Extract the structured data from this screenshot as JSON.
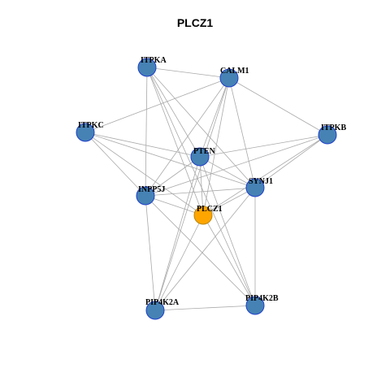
{
  "title": "PLCZ1",
  "colors": {
    "node_fill": "#4682B4",
    "node_stroke": "#1F3FCC",
    "focus_fill": "#FFA500",
    "focus_stroke": "#B8860B",
    "edge": "#AAAAAA"
  },
  "graph": {
    "focus": "PLCZ1",
    "nodes": [
      "ITPKA",
      "CALM1",
      "ITPKC",
      "ITPKB",
      "PTEN",
      "SYNJ1",
      "INPP5J",
      "PLCZ1",
      "PIP4K2A",
      "PIP4K2B"
    ],
    "edges": [
      [
        "ITPKA",
        "CALM1"
      ],
      [
        "ITPKA",
        "INPP5J"
      ],
      [
        "ITPKA",
        "PTEN"
      ],
      [
        "ITPKA",
        "SYNJ1"
      ],
      [
        "ITPKA",
        "PLCZ1"
      ],
      [
        "ITPKA",
        "PIP4K2B"
      ],
      [
        "CALM1",
        "ITPKB"
      ],
      [
        "CALM1",
        "PTEN"
      ],
      [
        "CALM1",
        "INPP5J"
      ],
      [
        "CALM1",
        "SYNJ1"
      ],
      [
        "CALM1",
        "PLCZ1"
      ],
      [
        "CALM1",
        "PIP4K2A"
      ],
      [
        "ITPKC",
        "CALM1"
      ],
      [
        "ITPKC",
        "PTEN"
      ],
      [
        "ITPKC",
        "SYNJ1"
      ],
      [
        "ITPKC",
        "INPP5J"
      ],
      [
        "ITPKC",
        "PLCZ1"
      ],
      [
        "ITPKB",
        "PTEN"
      ],
      [
        "ITPKB",
        "SYNJ1"
      ],
      [
        "ITPKB",
        "INPP5J"
      ],
      [
        "ITPKB",
        "PLCZ1"
      ],
      [
        "PTEN",
        "SYNJ1"
      ],
      [
        "PTEN",
        "INPP5J"
      ],
      [
        "PTEN",
        "PLCZ1"
      ],
      [
        "PTEN",
        "PIP4K2A"
      ],
      [
        "PTEN",
        "PIP4K2B"
      ],
      [
        "SYNJ1",
        "INPP5J"
      ],
      [
        "SYNJ1",
        "PLCZ1"
      ],
      [
        "SYNJ1",
        "PIP4K2A"
      ],
      [
        "SYNJ1",
        "PIP4K2B"
      ],
      [
        "INPP5J",
        "PLCZ1"
      ],
      [
        "INPP5J",
        "PIP4K2A"
      ],
      [
        "INPP5J",
        "PIP4K2B"
      ],
      [
        "PLCZ1",
        "PIP4K2A"
      ],
      [
        "PLCZ1",
        "PIP4K2B"
      ],
      [
        "PIP4K2A",
        "PIP4K2B"
      ]
    ]
  }
}
